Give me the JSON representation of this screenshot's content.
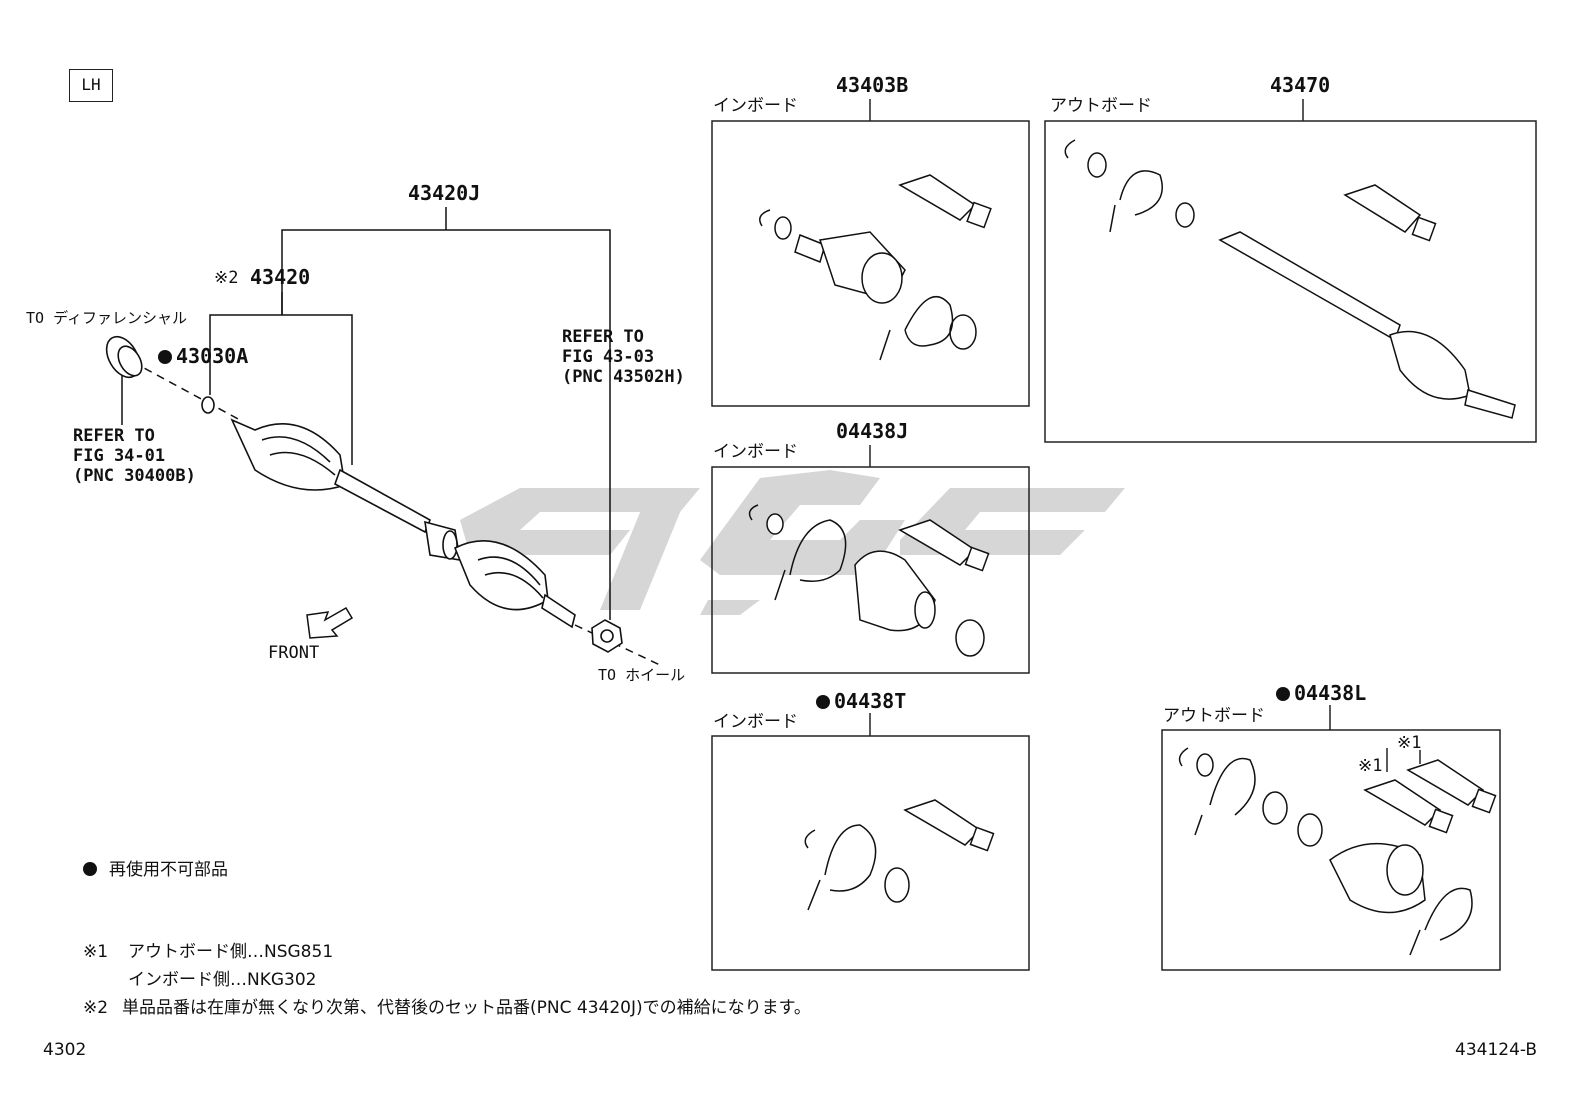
{
  "region_label": "LH",
  "main_assembly": {
    "parent_pnc": "43420J",
    "child_prefix": "※2",
    "child_pnc": "43420",
    "nut_pnc": "43030A",
    "to_differential": "TO ディファレンシャル",
    "to_wheel": "TO ホイール",
    "refer_left": [
      "REFER TO",
      "FIG 34-01",
      "(PNC 30400B)"
    ],
    "refer_right": [
      "REFER TO",
      "FIG 43-03",
      "(PNC 43502H)"
    ],
    "front_label": "FRONT"
  },
  "kits": [
    {
      "side": "インボード",
      "pnc": "43403B",
      "non_reusable": false
    },
    {
      "side": "アウトボード",
      "pnc": "43470",
      "non_reusable": false
    },
    {
      "side": "インボード",
      "pnc": "04438J",
      "non_reusable": false
    },
    {
      "side": "インボード",
      "pnc": "04438T",
      "non_reusable": true
    },
    {
      "side": "アウトボード",
      "pnc": "04438L",
      "non_reusable": true,
      "callouts": [
        "※1",
        "※1"
      ]
    }
  ],
  "legend": {
    "non_reusable": "再使用不可部品",
    "note1_mark": "※1",
    "note1_line1": "アウトボード側…NSG851",
    "note1_line2": "インボード側…NKG302",
    "note2_mark": "※2",
    "note2_text": "単品品番は在庫が無くなり次第、代替後のセット品番(PNC 43420J)での補給になります。"
  },
  "footer": {
    "page_code": "4302",
    "figure_id": "434124-B"
  },
  "colors": {
    "line": "#111111",
    "watermark": "#cfcfcf"
  }
}
